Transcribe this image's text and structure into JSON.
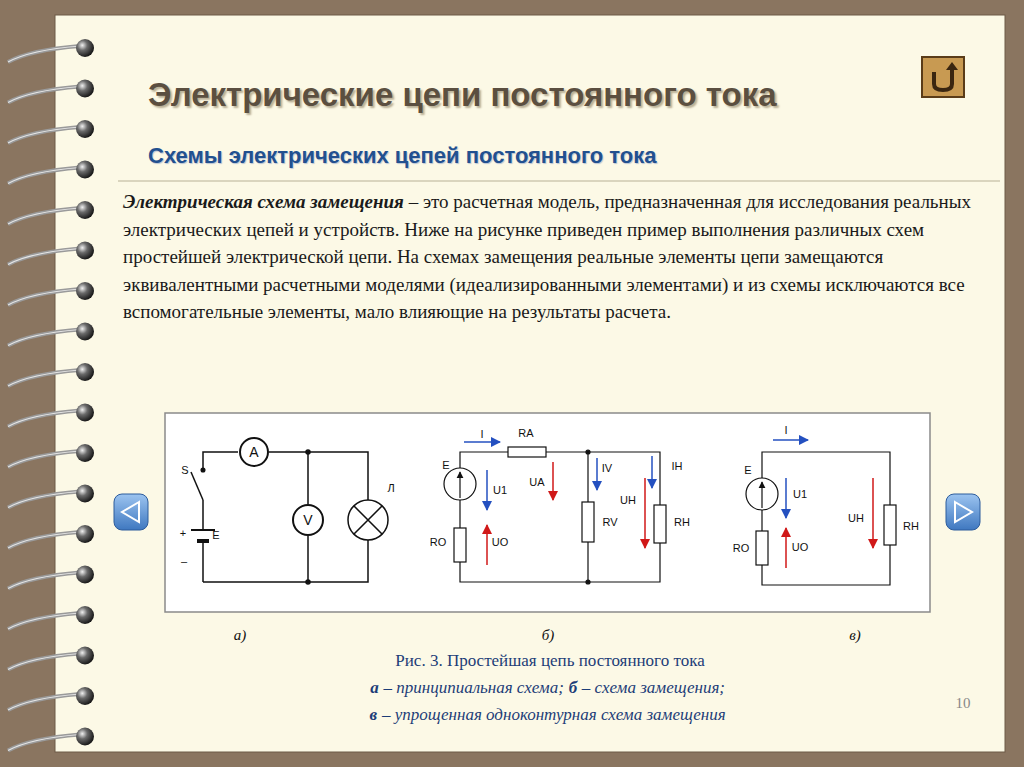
{
  "diagram": {
    "title": "Электрические цепи постоянного тока",
    "caption": "Рис. 3. Простейшая цепь постоянного тока",
    "nodes": [
      {
        "text": [
          "A"
        ]
      },
      {
        "text": [
          "V"
        ]
      }
    ],
    "edges": [
      {
        "from": 0,
        "to": 1,
        "arrow": "none"
      }
    ],
    "labels": [
      "Схемы электрических цепей постоянного тока",
      "Электрическая схема замещения",
      "– это расчетная модель, предназначенная для исследования реальных электрических цепей и устройств. Ниже на рисунке приведен пример выполнения различных схем простейшей электрической цепи. На схемах замещения реальные элементы цепи замещаются эквивалентными расчетными моделями (идеализированными элементами) и из схемы исключаются все вспомогательные элементы, мало влияющие на результаты расчета.",
      "S",
      "+",
      "E",
      "–",
      "Л",
      "I",
      "RA",
      "E",
      "U1",
      "UA",
      "IV",
      "IН",
      "UН",
      "RV",
      "RН",
      "RO",
      "UO",
      "I",
      "E",
      "U1",
      "UН",
      "RН",
      "RO",
      "UO",
      "а)",
      "б)",
      "в)",
      "а",
      "– принципиальная схема;",
      "б",
      "– схема замещения;",
      "в",
      "– упрощенная одноконтурная схема замещения",
      "10"
    ]
  }
}
